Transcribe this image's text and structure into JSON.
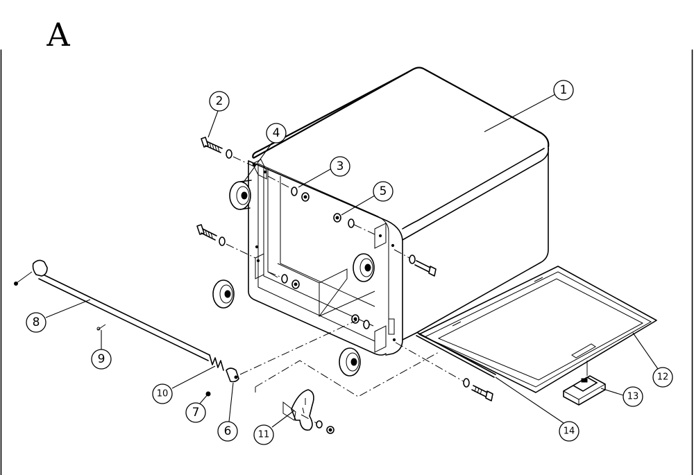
{
  "title": "A",
  "callouts": [
    {
      "id": "c1",
      "label": "1"
    },
    {
      "id": "c2",
      "label": "2"
    },
    {
      "id": "c3",
      "label": "3"
    },
    {
      "id": "c4",
      "label": "4"
    },
    {
      "id": "c5",
      "label": "5"
    },
    {
      "id": "c6",
      "label": "6"
    },
    {
      "id": "c7",
      "label": "7"
    },
    {
      "id": "c8",
      "label": "8"
    },
    {
      "id": "c9",
      "label": "9"
    },
    {
      "id": "c10",
      "label": "10"
    },
    {
      "id": "c11",
      "label": "11"
    },
    {
      "id": "c12",
      "label": "12"
    },
    {
      "id": "c13",
      "label": "13"
    },
    {
      "id": "c14",
      "label": "14"
    }
  ]
}
